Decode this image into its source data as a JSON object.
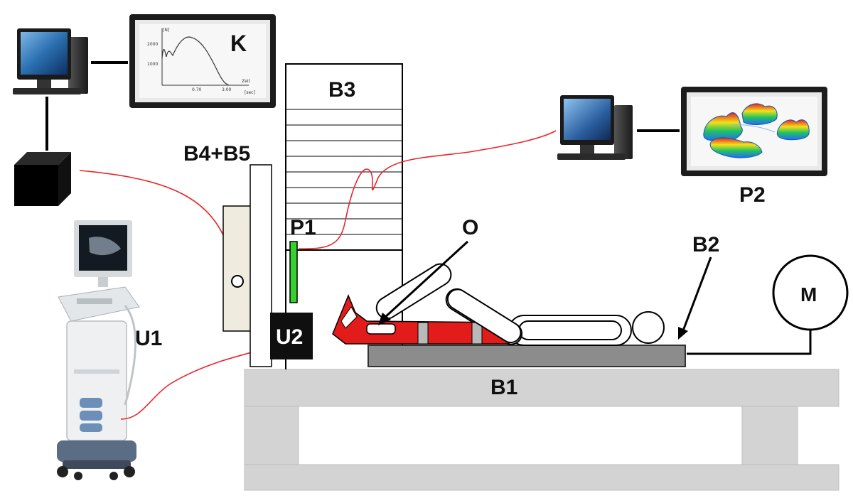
{
  "labels": {
    "k": "K",
    "b3": "B3",
    "b4b5": "B4+B5",
    "p1": "P1",
    "o": "O",
    "b2": "B2",
    "p2": "P2",
    "u1": "U1",
    "u2": "U2",
    "b1": "B1",
    "m": "M"
  },
  "k_monitor": {
    "y_axis_label": "[N]",
    "y_ticks": [
      "2000",
      "1000"
    ],
    "x_axis_label": "Zeit",
    "x_unit": "[sec]",
    "x_ticks": [
      "0.70",
      "3.00"
    ]
  },
  "colors": {
    "cable": "#e8262a",
    "orthosis": "#e21b1b",
    "sensor": "#35d12c",
    "base": "#d3d3d3",
    "board": "#8c8c8c",
    "monitor_screen": "#2a6fb0"
  },
  "icons": [
    "computer-icon",
    "monitor-icon",
    "daq-box-icon",
    "ultrasound-machine-icon",
    "motor-icon"
  ]
}
